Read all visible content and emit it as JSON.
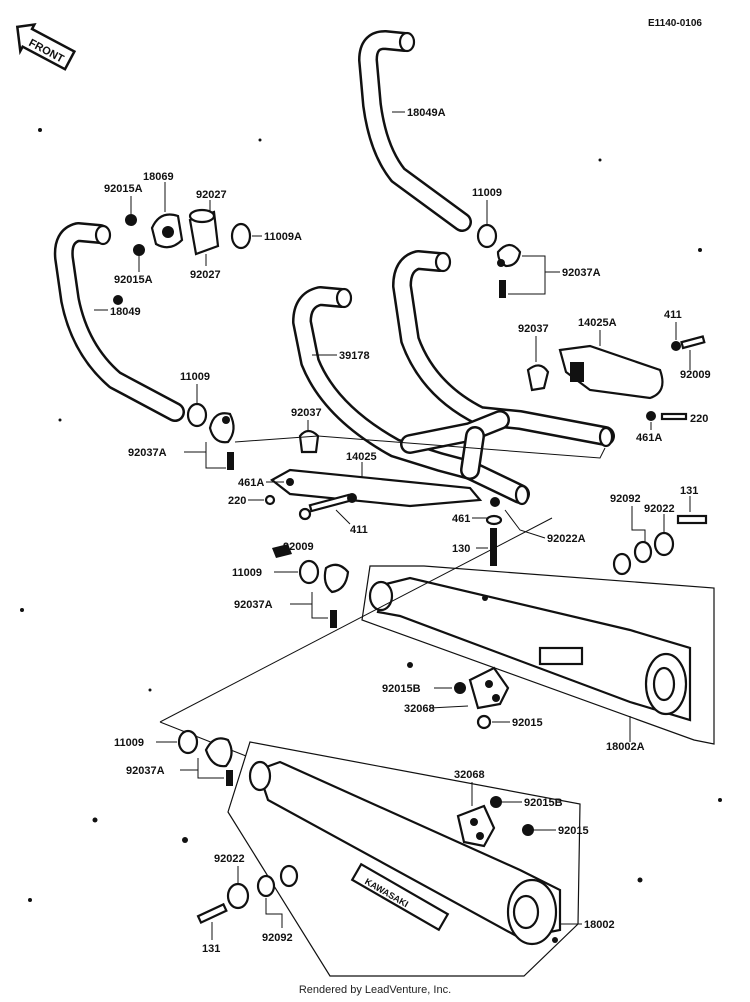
{
  "diagram_code": "E1140-0106",
  "front_label": "FRONT",
  "footer": "Rendered by LeadVenture, Inc.",
  "badge_text": "KAWASAKI",
  "parts": {
    "p18049A": "18049A",
    "p11009_top": "11009",
    "p92037A_top": "92037A",
    "p18069": "18069",
    "p92015A_upper": "92015A",
    "p92015A_lower": "92015A",
    "p92027_upper": "92027",
    "p92027_lower": "92027",
    "p11009A": "11009A",
    "p18049": "18049",
    "p39178": "39178",
    "p92037_center": "92037",
    "p14025A": "14025A",
    "p411_right": "411",
    "p92009_right": "92009",
    "p220_right": "220",
    "p461A_right": "461A",
    "p11009_left": "11009",
    "p92037A_left": "92037A",
    "p92037_mid": "92037",
    "p14025": "14025",
    "p461A_mid": "461A",
    "p220_mid": "220",
    "p411_mid": "411",
    "p461": "461",
    "p92022A": "92022A",
    "p130": "130",
    "p92009_mid": "92009",
    "p11009_mid": "11009",
    "p92037A_mid": "92037A",
    "p92092_right": "92092",
    "p92022_right": "92022",
    "p131_right": "131",
    "p92015B_mid": "92015B",
    "p32068_mid": "32068",
    "p92015_mid": "92015",
    "p18002A": "18002A",
    "p11009_low": "11009",
    "p92037A_low": "92037A",
    "p32068_low": "32068",
    "p92015B_low": "92015B",
    "p92015_low": "92015",
    "p92022_low": "92022",
    "p92092_low": "92092",
    "p131_low": "131",
    "p18002": "18002"
  }
}
